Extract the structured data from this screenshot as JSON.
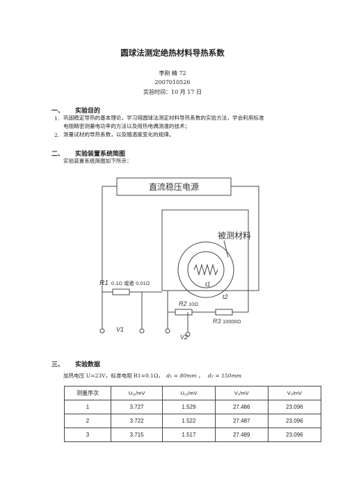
{
  "title": "圆球法测定绝热材料导热系数",
  "author": "李刚 精 72",
  "student_id": "2007010526",
  "date": "实验时间：10 月 17 日",
  "sections": [
    {
      "num": "一、",
      "title": "实验目的"
    },
    {
      "num": "二、",
      "title": "实验装置系统简图"
    },
    {
      "num": "三、",
      "title": "实验数据"
    }
  ],
  "objectives": [
    {
      "num": "1.",
      "line1": "巩固稳定导热的基本理论，学习用圆球法测定材料导热系数的实验方法，学会利用标准",
      "line2": "电阻精密测量电功率的方法以及用热电偶测温的技术；"
    },
    {
      "num": "2.",
      "line1": "测量试材的导热系数，以及随温度变化的规律。"
    }
  ],
  "diagram_intro": "实验装置系统简图如下所示：",
  "diagram": {
    "power_supply": "直流稳压电源",
    "material": "被测材料",
    "r1_label": "R1",
    "r1_value": "0.1Ω 或者 0.01Ω",
    "t1": "t1",
    "t2": "t2",
    "r2_label": "R2",
    "r2_value": "10Ω",
    "r3_label": "R3",
    "r3_value": "10000Ω",
    "v1": "V1",
    "v2": "V2"
  },
  "data_intro": {
    "text": "加热电压 U=23V，标准电阻 R1=0.1Ω，",
    "d1": "d₁ = 80mm",
    "sep": "，",
    "d2": "d₂ = 150mm"
  },
  "table": {
    "headers": [
      "测量序次",
      "U₁₁/mV",
      "U₁₂/mV",
      "V₁/mV",
      "V₂/mV"
    ],
    "rows": [
      [
        "1",
        "3.727",
        "1.529",
        "27.486",
        "23.096"
      ],
      [
        "2",
        "3.722",
        "1.522",
        "27.487",
        "23.096"
      ],
      [
        "3",
        "3.715",
        "1.517",
        "27.489",
        "23.096"
      ]
    ]
  }
}
